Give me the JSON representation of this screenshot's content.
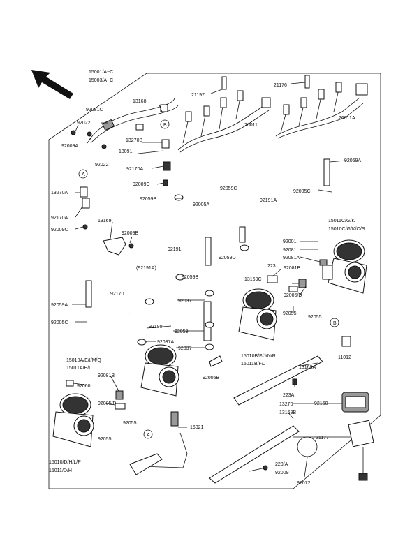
{
  "labels": {
    "l15001": "15001/A~C",
    "l15003": "15003/A~C",
    "l13168": "13168",
    "l92081c": "92081C",
    "l92022a": "92022",
    "l92009a": "92009A",
    "l92022b": "92022",
    "l13270b": "13270B",
    "l13091": "13091",
    "l92170a_top": "92170A",
    "l92009c_top": "92009C",
    "l21197": "21197",
    "l26011": "26011",
    "l21176": "21176",
    "l26011a": "26011A",
    "l92059a_r": "92059A",
    "l13270a": "13270A",
    "l92170a_l": "92170A",
    "l92009c_l": "92009C",
    "l13169": "13169",
    "l92009b": "92009B",
    "l92059b_top": "92059B",
    "l92059c": "92059C",
    "l92005a": "92005A",
    "l92005c_r": "92005C",
    "l92191a_top": "92191A",
    "l92191": "92191",
    "l92059d": "92059D",
    "l92191a_mid": "(92191A)",
    "l92059b_mid": "92059B",
    "l15011c": "15011C/G/K",
    "l15010c": "15010C/G/K/O/S",
    "l92001": "92001",
    "l92081": "92081",
    "l92081a": "92081A",
    "l223": "223",
    "l13169c": "13169C",
    "l92081b_r": "92081B",
    "l92005d_r": "92005/D",
    "l92055_r": "92055",
    "l92059a_l": "92059A",
    "l92170": "92170",
    "l92005c_l": "92005C",
    "l92190": "92190",
    "l92037_a": "92037",
    "l92059": "92059",
    "l92037a": "92037A",
    "l92037_b": "92037",
    "l92055_m": "92055",
    "l11012": "11012",
    "l15010b": "15010B/F/J/N/R",
    "l15011b": "15011B/F/J",
    "l13169a": "13169A",
    "l15010a": "15010A/E/I/M/Q",
    "l15011a": "15011A/E/I",
    "l92081b_l": "92081B",
    "l92060": "92060",
    "l92005d_l": "92005/D",
    "l92005b": "92005B",
    "l223a": "223A",
    "l92055_a": "92055",
    "l16021": "16021",
    "l92055_b": "92055",
    "l13270": "13270",
    "l13169b": "13169B",
    "l92160": "92160",
    "l21177": "21177",
    "l15010d": "15010/D/H/L/P",
    "l15011d": "15011/D/H",
    "l220a": "220/A",
    "l92009": "92009",
    "l92072": "92072",
    "callout_a": "A",
    "callout_b": "B"
  }
}
